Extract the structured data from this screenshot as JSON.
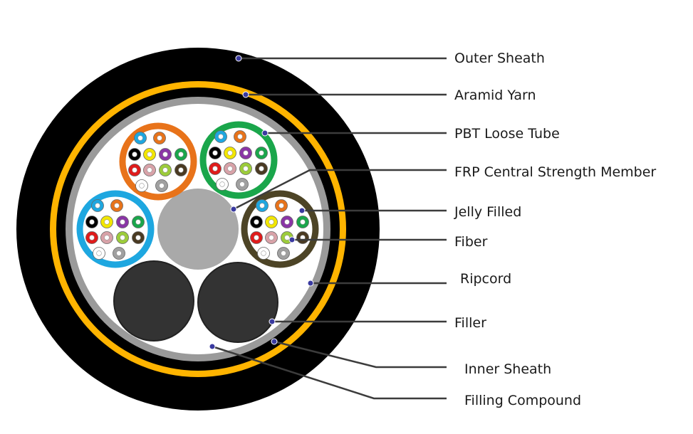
{
  "diagram": {
    "colors": {
      "outer_sheath": "#000000",
      "aramid_yarn": "#ffb400",
      "inner_sheath": "#9a9a9a",
      "filling_compound": "#ffffff",
      "frp_member": "#a9a9a9",
      "filler": "#333333",
      "leader_line": "#3c3c3c",
      "marker_dot": "#3a3aa0"
    },
    "tubes": [
      {
        "name": "tube-orange",
        "color": "#e8731a"
      },
      {
        "name": "tube-green",
        "color": "#1aa64b"
      },
      {
        "name": "tube-blue",
        "color": "#1ea7e0"
      },
      {
        "name": "tube-brown",
        "color": "#4d4426"
      }
    ],
    "fiber_colors": [
      "#1ea7e0",
      "#e8731a",
      "#000000",
      "#f2e600",
      "#8a35a6",
      "#1aa64b",
      "#e01b1b",
      "#d8a2a8",
      "#9ccc3a",
      "#4a3a22",
      "#ffffff",
      "#a0a0a0"
    ],
    "labels": [
      "Outer Sheath",
      "Aramid Yarn",
      "PBT Loose Tube",
      "FRP Central Strength Member",
      "Jelly Filled",
      "Fiber",
      "Ripcord",
      "Filler",
      "Inner Sheath",
      "Filling Compound"
    ]
  }
}
